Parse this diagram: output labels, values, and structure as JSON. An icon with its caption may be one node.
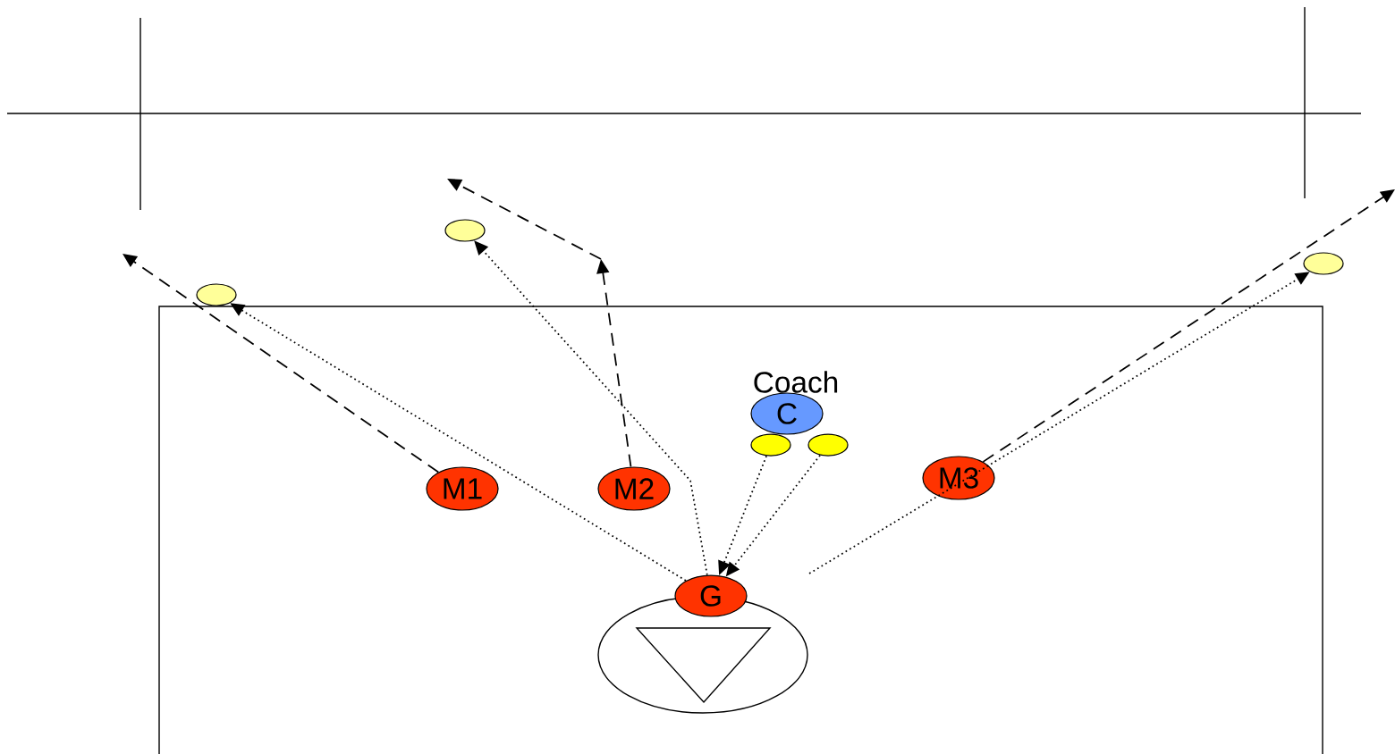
{
  "diagram": {
    "nodes": [
      {
        "text": [
          "M1"
        ]
      },
      {
        "text": [
          "M2"
        ]
      },
      {
        "text": [
          "M3"
        ]
      },
      {
        "text": [
          "C"
        ],
        "beside": [
          "Coach"
        ]
      },
      {
        "text": [
          "G"
        ]
      },
      {
        "text": [],
        "shape": "circle"
      },
      {
        "text": [],
        "shape": "circle"
      },
      {
        "text": [],
        "shape": "circle"
      },
      {
        "text": [],
        "shape": "circle"
      },
      {
        "text": [],
        "shape": "circle"
      }
    ],
    "edges": [
      {
        "from": 0,
        "to": null,
        "arrow": "to",
        "style": "dashed"
      },
      {
        "from": 1,
        "to": null,
        "arrow": "to",
        "style": "dashed"
      },
      {
        "from": 2,
        "to": null,
        "arrow": "to",
        "style": "dashed"
      },
      {
        "from": 4,
        "to": 5,
        "arrow": "to"
      },
      {
        "from": 4,
        "to": 6,
        "arrow": "to"
      },
      {
        "from": 8,
        "to": 4,
        "arrow": "to"
      },
      {
        "from": 9,
        "to": 4,
        "arrow": "to"
      },
      {
        "from": null,
        "to": 7,
        "arrow": "to"
      }
    ]
  }
}
